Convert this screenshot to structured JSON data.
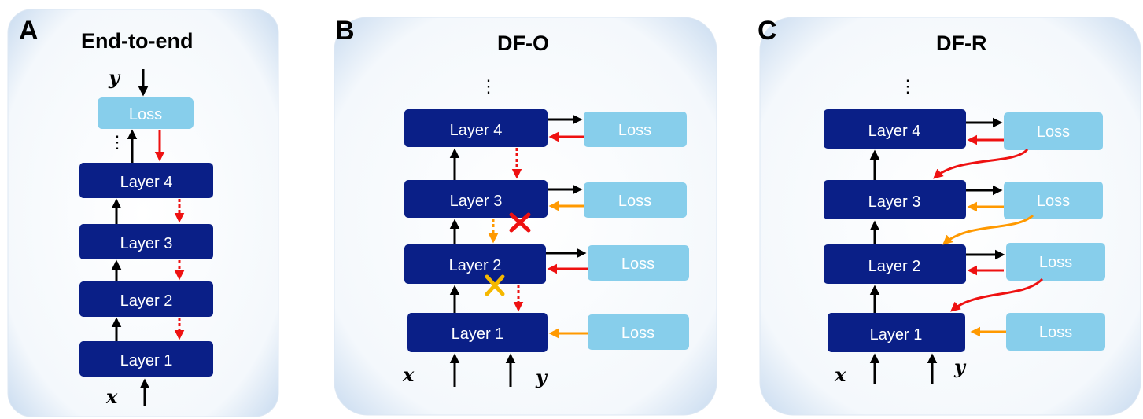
{
  "panels": [
    {
      "label": "A",
      "title": "End-to-end"
    },
    {
      "label": "B",
      "title": "DF-O"
    },
    {
      "label": "C",
      "title": "DF-R"
    }
  ],
  "layers": [
    "Layer 1",
    "Layer 2",
    "Layer 3",
    "Layer 4"
  ],
  "loss": "Loss",
  "input_symbol": "x",
  "target_symbol": "y",
  "ellipsis": "⋮",
  "colors": {
    "layer_fill": "#0a1f87",
    "loss_fill": "#87ceeb",
    "panel_fill": "#dbe7f5",
    "forward_arrow": "#000000",
    "gradient_red": "#ee1111",
    "gradient_orange": "#ff9900",
    "blocked_red_x": "#ee1111",
    "blocked_yellow_x": "#f5b800"
  }
}
